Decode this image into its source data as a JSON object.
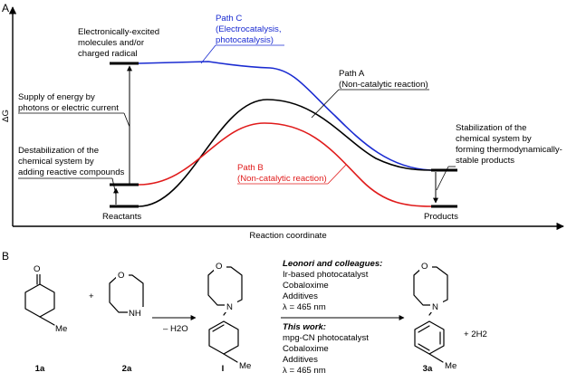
{
  "panel_a": {
    "label": "A",
    "y_axis_label": "ΔG",
    "x_axis_label": "Reaction coordinate",
    "reactants": "Reactants",
    "products": "Products",
    "excited": [
      "Electronically-excited",
      "molecules and/or",
      "charged radical"
    ],
    "supply": [
      "Supply of energy by",
      "photons or electric current"
    ],
    "destabilization": [
      "Destabilization of the",
      "chemical system by",
      "adding reactive compounds"
    ],
    "stabilization": [
      "Stabilization of the",
      "chemical system by",
      "forming thermodynamically-",
      "stable products"
    ],
    "path_a": [
      "Path A",
      "(Non-catalytic reaction)"
    ],
    "path_b": [
      "Path B",
      "(Non-catalytic reaction)"
    ],
    "path_c": [
      "Path C",
      "(Electrocatalysis,",
      "photocatalysis)"
    ],
    "colors": {
      "path_a": "#000000",
      "path_b": "#e01b1b",
      "path_c": "#1a2bd1"
    }
  },
  "panel_b": {
    "label": "B",
    "atoms": {
      "oxygen": "O",
      "nitrogen": "N",
      "nh": "NH",
      "methyl": "Me"
    },
    "plus": "+",
    "minus_water": "– H2O",
    "cmpd_1a": "1a",
    "cmpd_2a": "2a",
    "cmpd_I": "I",
    "cmpd_3a": "3a",
    "hydrogen": "+ 2H2",
    "leonori_title": "Leonori and colleagues:",
    "leonori_lines": [
      "Ir-based photocatalyst",
      "Cobaloxime",
      "Additives",
      "λ = 465 nm"
    ],
    "this_work_title": "This work:",
    "this_work_lines": [
      "mpg-CN photocatalyst",
      "Cobaloxime",
      "Additives",
      "λ = 465 nm"
    ]
  }
}
